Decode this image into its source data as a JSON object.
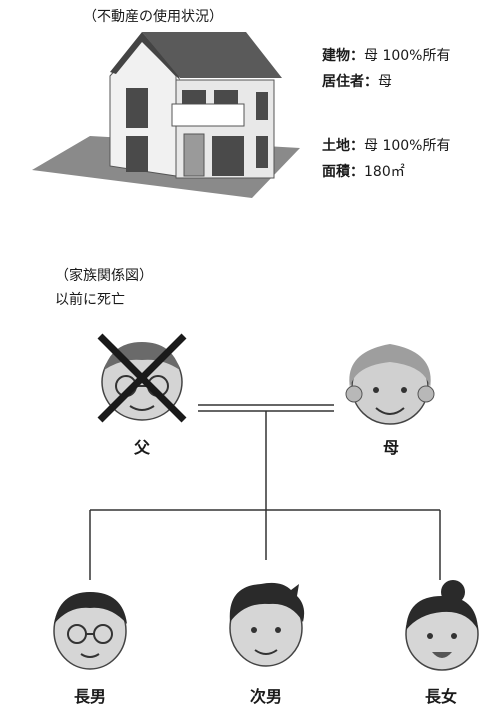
{
  "property": {
    "caption": "（不動産の使用状況）",
    "building": {
      "label": "建物",
      "sep": "：",
      "value": "母 100%所有"
    },
    "occupant": {
      "label": "居住者",
      "sep": "：",
      "value": "母"
    },
    "land": {
      "label": "土地",
      "sep": "：",
      "value": "母 100%所有"
    },
    "area": {
      "label": "面積",
      "sep": "：",
      "value": "180㎡"
    }
  },
  "family": {
    "caption": "（家族関係図）",
    "note": "以前に死亡",
    "father": "父",
    "mother": "母",
    "children": [
      "長男",
      "次男",
      "長女"
    ]
  }
}
